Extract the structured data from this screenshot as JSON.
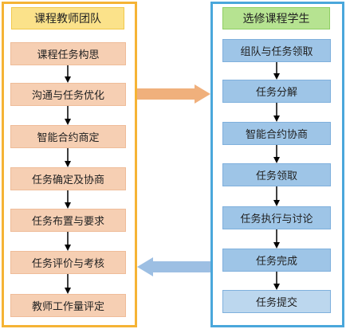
{
  "left_panel": {
    "title": "课程教师团队",
    "steps": [
      "课程任务构思",
      "沟通与任务优化",
      "智能合约商定",
      "任务确定及协商",
      "任务布置与要求",
      "任务评价与考核",
      "教师工作量评定"
    ]
  },
  "right_panel": {
    "title": "选修课程学生",
    "steps": [
      "组队与任务领取",
      "任务分解",
      "智能合约协商",
      "任务领取",
      "任务执行与讨论",
      "任务完成",
      "任务提交"
    ]
  },
  "colors": {
    "left_border": "#f5b335",
    "left_header_fill": "#fbe28a",
    "left_step_fill": "#f6cfb3",
    "right_border": "#4aa7db",
    "right_header_fill": "#b6e391",
    "right_step_fill": "#9ec5e7",
    "arrow_to_right": "#f0b07c",
    "arrow_to_left": "#9dbfe3",
    "connector": "#000000"
  }
}
